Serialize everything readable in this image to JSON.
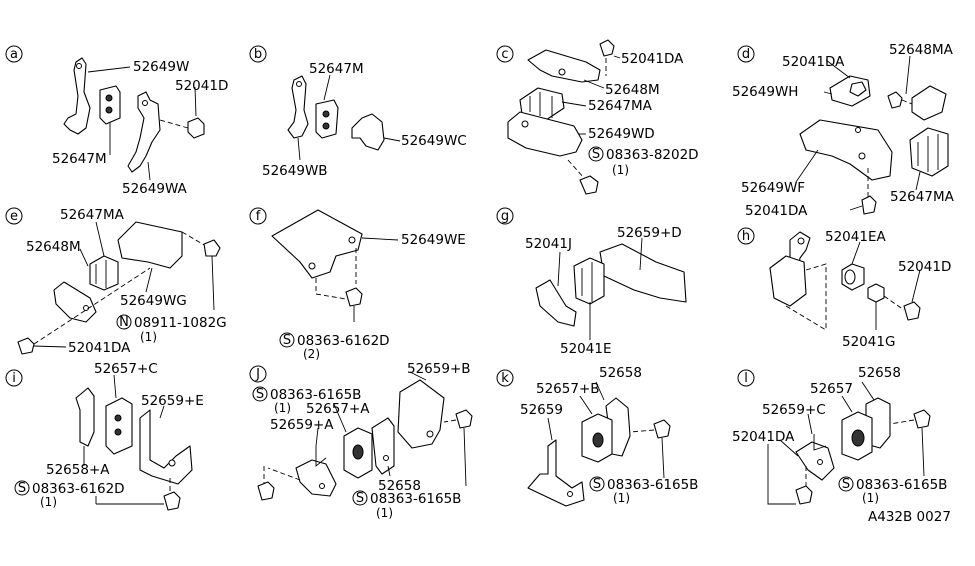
{
  "diagram": {
    "code": "A432B 0027",
    "sections": [
      {
        "id": "a",
        "letter": "a",
        "labels": [
          "52649W",
          "52041D",
          "52647M",
          "52649WA"
        ]
      },
      {
        "id": "b",
        "letter": "b",
        "labels": [
          "52647M",
          "52649WC",
          "52649WB"
        ]
      },
      {
        "id": "c",
        "letter": "c",
        "labels": [
          "52041DA",
          "52648M",
          "52647MA",
          "52649WD",
          "08363-8202D",
          "(1)"
        ],
        "symbols": [
          "S"
        ]
      },
      {
        "id": "d",
        "letter": "d",
        "labels": [
          "52041DA",
          "52648MA",
          "52649WH",
          "52649WF",
          "52647MA",
          "52041DA"
        ]
      },
      {
        "id": "e",
        "letter": "e",
        "labels": [
          "52647MA",
          "52648M",
          "52649WG",
          "08911-1082G",
          "(1)",
          "52041DA"
        ],
        "symbols": [
          "N"
        ]
      },
      {
        "id": "f",
        "letter": "f",
        "labels": [
          "52649WE",
          "08363-6162D",
          "(2)"
        ],
        "symbols": [
          "S"
        ]
      },
      {
        "id": "g",
        "letter": "g",
        "labels": [
          "52659+D",
          "52041J",
          "52041E"
        ]
      },
      {
        "id": "h",
        "letter": "h",
        "labels": [
          "52041EA",
          "52041D",
          "52041G"
        ]
      },
      {
        "id": "i",
        "letter": "i",
        "labels": [
          "52657+C",
          "52659+E",
          "52658+A",
          "08363-6162D",
          "(1)"
        ],
        "symbols": [
          "S"
        ]
      },
      {
        "id": "j",
        "letter": "J",
        "labels": [
          "52659+B",
          "08363-6165B",
          "(1)",
          "52657+A",
          "52659+A",
          "52658",
          "08363-6165B",
          "(1)"
        ],
        "symbols": [
          "S",
          "S"
        ]
      },
      {
        "id": "k",
        "letter": "k",
        "labels": [
          "52658",
          "52657+B",
          "52659",
          "08363-6165B",
          "(1)"
        ],
        "symbols": [
          "S"
        ]
      },
      {
        "id": "l",
        "letter": "l",
        "labels": [
          "52658",
          "52657",
          "52659+C",
          "52041DA",
          "08363-6165B",
          "(1)"
        ],
        "symbols": [
          "S"
        ]
      }
    ]
  }
}
